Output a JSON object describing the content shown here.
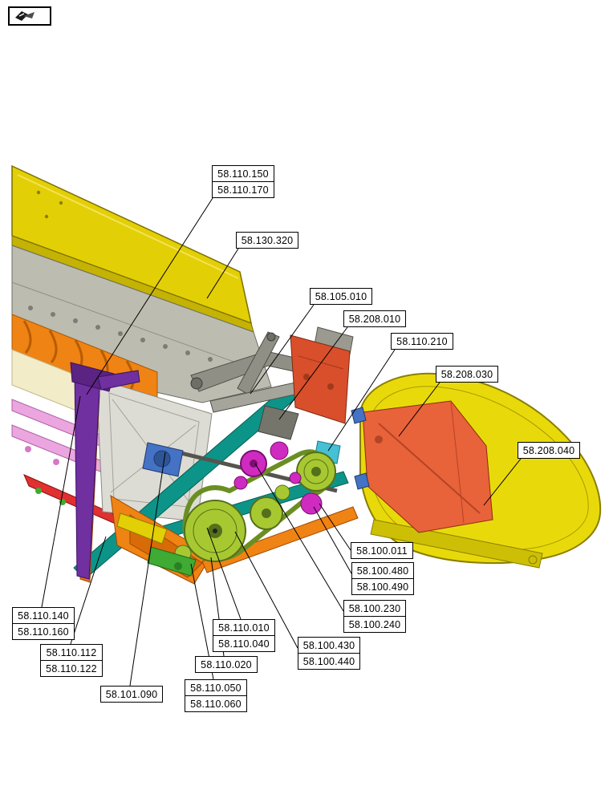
{
  "toolbar": {
    "icon": "print-export-icon"
  },
  "diagram": {
    "type": "exploded-parts-diagram",
    "subject": "header drive and side cover assembly",
    "callouts": [
      {
        "text": "58.110.150"
      },
      {
        "text": "58.110.170"
      },
      {
        "text": "58.130.320"
      },
      {
        "text": "58.105.010"
      },
      {
        "text": "58.208.010"
      },
      {
        "text": "58.110.210"
      },
      {
        "text": "58.208.030"
      },
      {
        "text": "58.208.040"
      },
      {
        "text": "58.100.011"
      },
      {
        "text": "58.100.480"
      },
      {
        "text": "58.100.490"
      },
      {
        "text": "58.100.230"
      },
      {
        "text": "58.100.240"
      },
      {
        "text": "58.110.010"
      },
      {
        "text": "58.110.040"
      },
      {
        "text": "58.100.430"
      },
      {
        "text": "58.100.440"
      },
      {
        "text": "58.110.020"
      },
      {
        "text": "58.110.050"
      },
      {
        "text": "58.110.060"
      },
      {
        "text": "58.101.090"
      },
      {
        "text": "58.110.112"
      },
      {
        "text": "58.110.122"
      },
      {
        "text": "58.110.140"
      },
      {
        "text": "58.110.160"
      }
    ],
    "part_colors": {
      "trough_yellow": "#e3cf05",
      "back_panel_gray": "#bcbcb1",
      "auger_orange": "#ef8313",
      "divider_purple": "#7030a0",
      "frame_teal": "#0d9488",
      "pulley_green": "#a8c832",
      "gear_magenta": "#cf2bc0",
      "gearbox_blue": "#4472c4",
      "plate_red_orange": "#d94f2b",
      "side_cover_yellow": "#e8da0a",
      "inner_panel_orange": "#e8623a",
      "tine_pink": "#eba6e0"
    }
  }
}
